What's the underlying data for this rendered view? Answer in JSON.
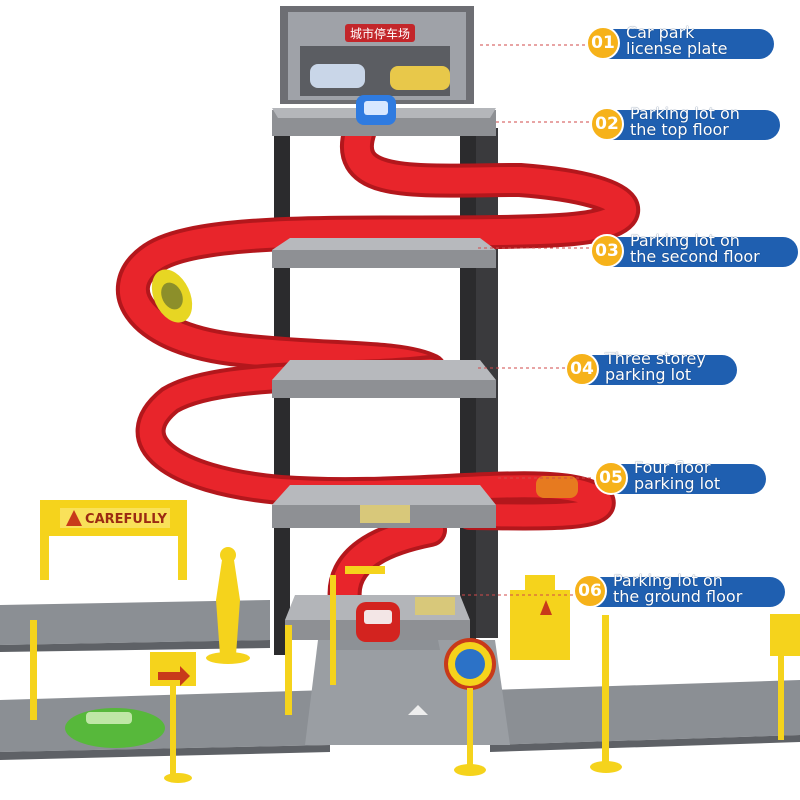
{
  "billboard": {
    "title": "城市停车场",
    "subtitle": ""
  },
  "sign_text": "CAREFULLY",
  "callouts": [
    {
      "num": "01",
      "line1": "Car park",
      "line2": "license plate"
    },
    {
      "num": "02",
      "line1": "Parking lot on",
      "line2": "the top floor"
    },
    {
      "num": "03",
      "line1": "Parking lot on",
      "line2": "the second floor"
    },
    {
      "num": "04",
      "line1": "Three storey",
      "line2": "parking lot"
    },
    {
      "num": "05",
      "line1": "Four floor",
      "line2": "parking lot"
    },
    {
      "num": "06",
      "line1": "Parking lot on",
      "line2": "the ground floor"
    }
  ],
  "colors": {
    "accent_blue": "#1f5fb0",
    "badge_orange": "#f6b21a",
    "ramp_red": "#e8252b",
    "toy_yellow": "#f5d31c"
  }
}
